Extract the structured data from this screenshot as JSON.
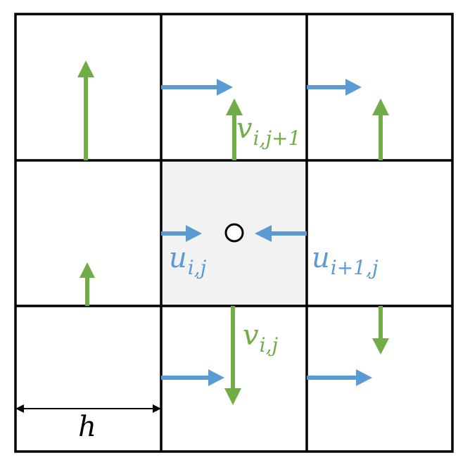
{
  "colors": {
    "background": "#ffffff",
    "grid": "#000000",
    "center_cell_fill": "#f2f2f2",
    "u_arrow": "#5b9bd5",
    "v_arrow": "#70ad47",
    "label_black": "#000000"
  },
  "labels": {
    "v_top": {
      "base": "v",
      "sub": "i,j+1"
    },
    "v_bottom": {
      "base": "v",
      "sub": "i,j"
    },
    "u_left": {
      "base": "u",
      "sub": "i,j"
    },
    "u_right": {
      "base": "u",
      "sub": "i+1,j"
    },
    "spacing": "h"
  },
  "grid": {
    "rows": 3,
    "cols": 3,
    "highlighted_cell": {
      "row": 1,
      "col": 1
    }
  },
  "icons": {
    "center_point": "circle-marker-icon",
    "dimension": "double-headed-arrow-icon"
  }
}
